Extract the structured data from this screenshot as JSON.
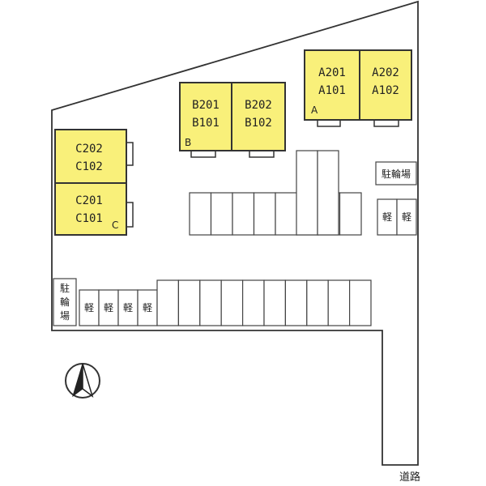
{
  "buildings": {
    "a": {
      "letter": "A",
      "units": [
        {
          "upper": "A201",
          "lower": "A101"
        },
        {
          "upper": "A202",
          "lower": "A102"
        }
      ]
    },
    "b": {
      "letter": "B",
      "units": [
        {
          "upper": "B201",
          "lower": "B101"
        },
        {
          "upper": "B202",
          "lower": "B102"
        }
      ]
    },
    "c": {
      "letter": "C",
      "units": [
        {
          "upper": "C202",
          "lower": "C102"
        },
        {
          "upper": "C201",
          "lower": "C101"
        }
      ]
    }
  },
  "bike_parking_label": "駐輪場",
  "bike_parking_left_lines": [
    "駐",
    "輪",
    "場"
  ],
  "kei_label": "軽",
  "road_label": "道路",
  "north_arrow_icon": "north-arrow-icon",
  "colors": {
    "building_fill": "#f9f07a",
    "line": "#333333",
    "background": "#ffffff"
  }
}
